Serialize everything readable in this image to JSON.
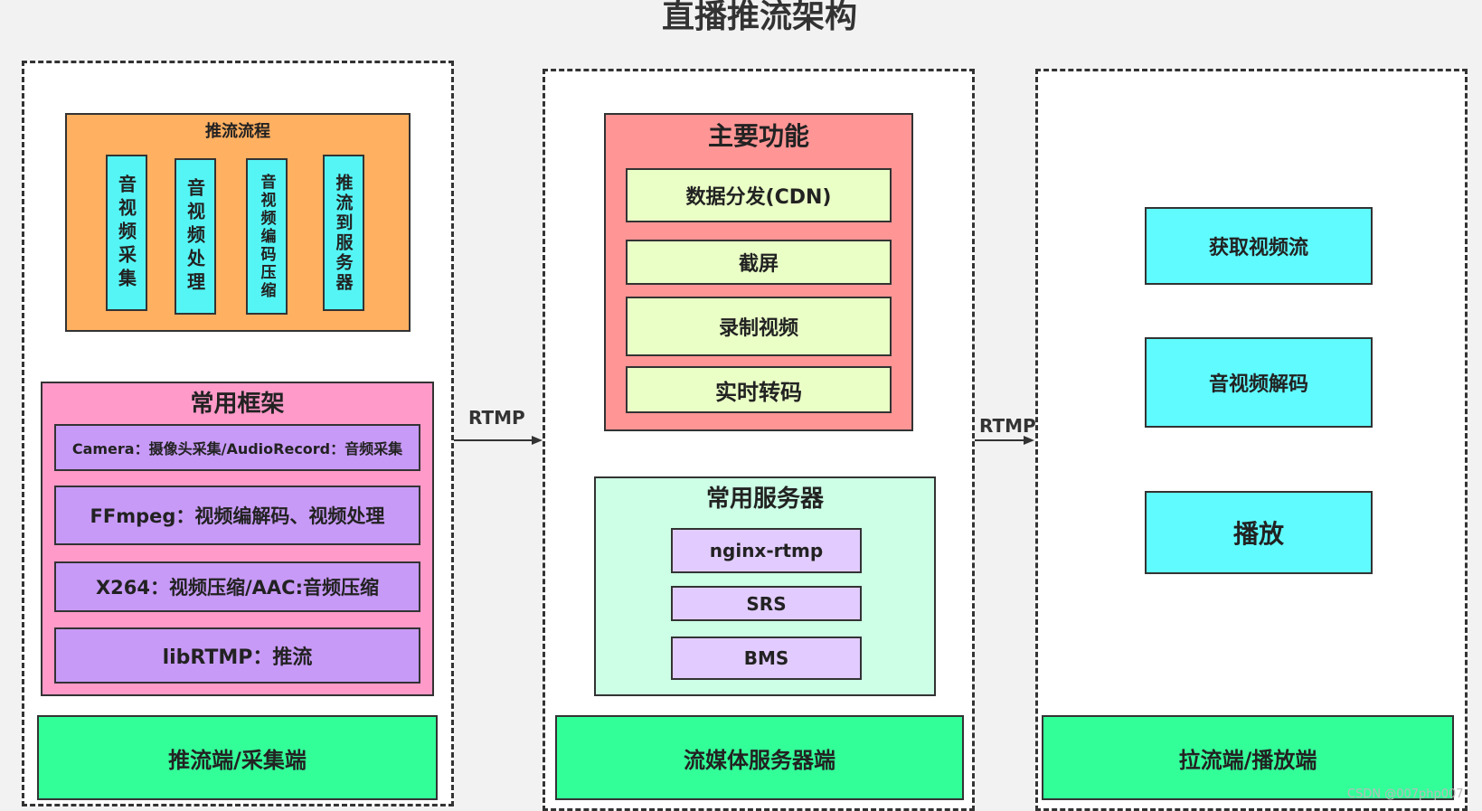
{
  "diagram": {
    "title": "直播推流架构",
    "push_side": {
      "flow": {
        "title": "推流流程",
        "steps": [
          "音视频采集",
          "音视频处理",
          "音视频编码压缩",
          "推流到服务器"
        ]
      },
      "frameworks": {
        "title": "常用框架",
        "items": [
          "Camera：摄像头采集/AudioRecord：音频采集",
          "FFmpeg：视频编解码、视频处理",
          "X264：视频压缩/AAC:音频压缩",
          "libRTMP：推流"
        ]
      },
      "footer": "推流端/采集端"
    },
    "server_side": {
      "functions": {
        "title": "主要功能",
        "items": [
          "数据分发(CDN)",
          "截屏",
          "录制视频",
          "实时转码"
        ]
      },
      "servers": {
        "title": "常用服务器",
        "items": [
          "nginx-rtmp",
          "SRS",
          "BMS"
        ]
      },
      "footer": "流媒体服务器端"
    },
    "pull_side": {
      "items": [
        "获取视频流",
        "音视频解码",
        "播放"
      ],
      "footer": "拉流端/播放端"
    },
    "arrows": [
      "RTMP",
      "RTMP"
    ],
    "watermark": "CSDN @007php007"
  },
  "colors": {
    "orange": "#ffb061",
    "cyan": "#55f5f5",
    "pink": "#ff9ac9",
    "purple": "#c89af7",
    "red": "#ff9595",
    "lime": "#eaffc6",
    "mint": "#ccffe6",
    "lavender": "#e2ccff",
    "green": "#33ff99",
    "aqua": "#60fbff"
  }
}
